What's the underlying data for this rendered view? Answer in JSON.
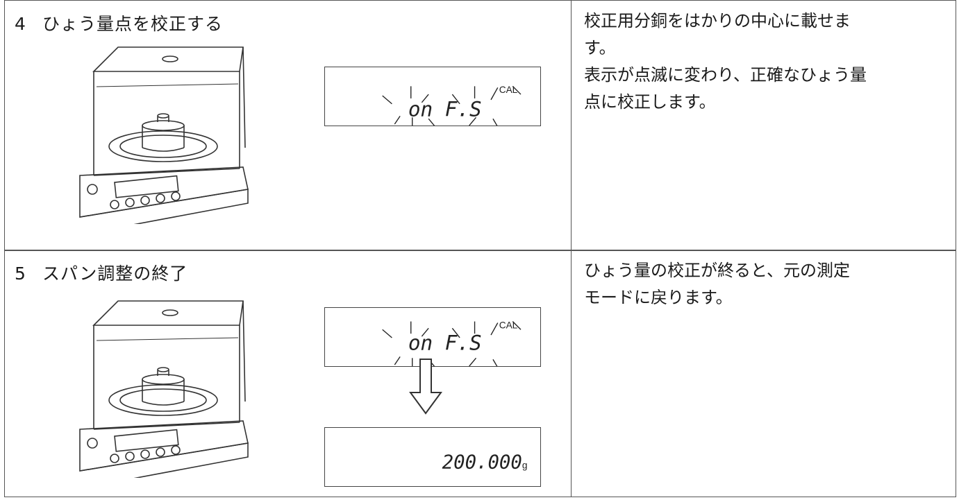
{
  "steps": [
    {
      "number": "4",
      "title": "ひょう量点を校正する",
      "description": [
        "校正用分銅をはかりの中心に載せま",
        "す。",
        "表示が点滅に変わり、正確なひょう量",
        "点に校正します。"
      ],
      "display": {
        "text": "on F.S",
        "indicator": "CAL",
        "blinking": true
      }
    },
    {
      "number": "5",
      "title": "スパン調整の終了",
      "description": [
        "ひょう量の校正が終ると、元の測定",
        "モードに戻ります。"
      ],
      "display": {
        "text": "on F.S",
        "indicator": "CAL",
        "blinking": true
      },
      "result_display": {
        "value": "200.000",
        "unit": "g"
      }
    }
  ]
}
